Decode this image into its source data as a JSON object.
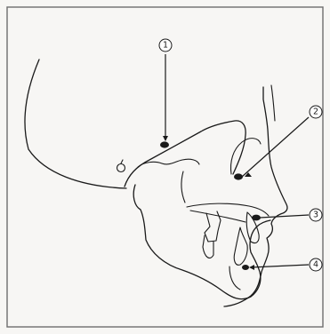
{
  "labels": [
    {
      "id": "1",
      "text": "1"
    },
    {
      "id": "2",
      "text": "2"
    },
    {
      "id": "3",
      "text": "3"
    },
    {
      "id": "4",
      "text": "4"
    }
  ],
  "colors": {
    "line": "#1a1a1a",
    "frame": "#6e6e6e",
    "background": "#f7f6f4"
  }
}
